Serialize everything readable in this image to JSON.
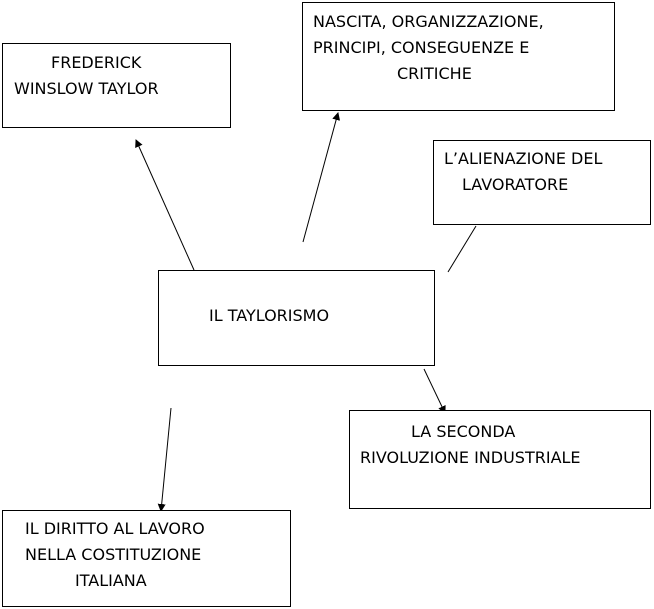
{
  "diagram": {
    "center": {
      "lines": [
        "IL TAYLORISMO"
      ]
    },
    "nodes": {
      "taylor": {
        "lines": [
          "FREDERICK",
          "WINSLOW TAYLOR"
        ]
      },
      "nascita": {
        "lines": [
          "NASCITA, ORGANIZZAZIONE,",
          "PRINCIPI, CONSEGUENZE E",
          "CRITICHE"
        ]
      },
      "alienazione": {
        "lines": [
          "L’ALIENAZIONE DEL",
          "LAVORATORE"
        ]
      },
      "seconda": {
        "lines": [
          "LA SECONDA",
          "RIVOLUZIONE INDUSTRIALE"
        ]
      },
      "diritto": {
        "lines": [
          "IL DIRITTO AL LAVORO",
          "NELLA COSTITUZIONE",
          "ITALIANA"
        ]
      }
    },
    "colors": {
      "stroke": "#000000",
      "background": "#ffffff"
    }
  }
}
